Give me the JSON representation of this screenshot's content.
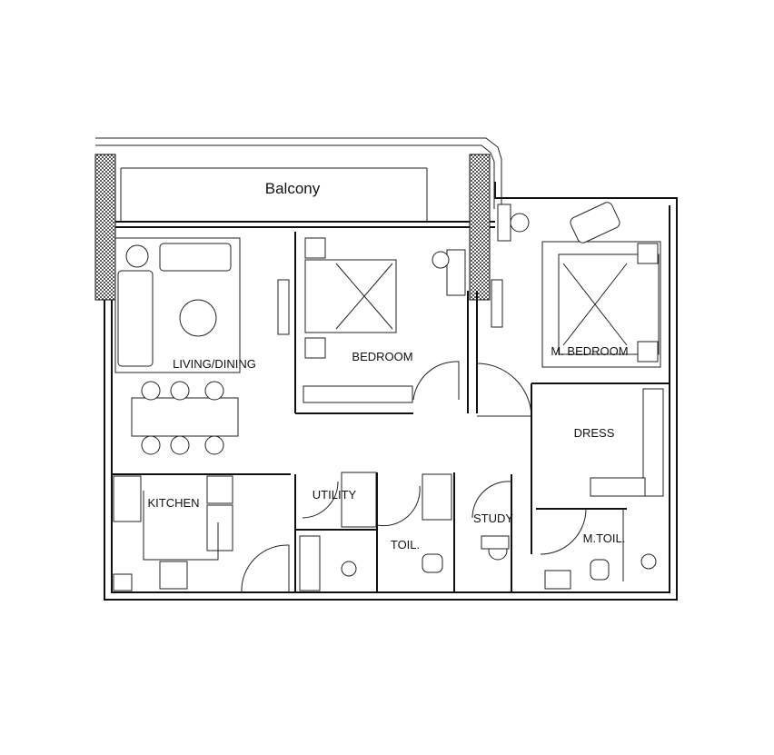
{
  "rooms": {
    "balcony": "Balcony",
    "living_dining": "LIVING/DINING",
    "bedroom": "BEDROOM",
    "master_bedroom": "M. BEDROOM",
    "dress": "DRESS",
    "kitchen": "KITCHEN",
    "utility": "UTILITY",
    "toilet": "TOIL.",
    "study": "STUDY",
    "master_toilet": "M.TOIL."
  },
  "colors": {
    "line": "#111111",
    "background": "#ffffff"
  }
}
